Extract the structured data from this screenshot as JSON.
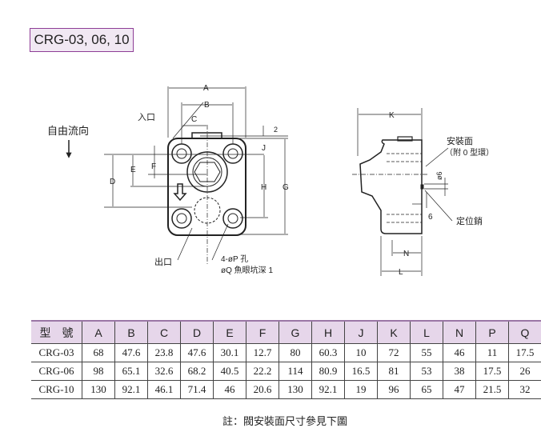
{
  "title": "CRG-03, 06, 10",
  "drawing": {
    "flow_direction": "自由流向",
    "inlet": "入口",
    "outlet": "出口",
    "hole_note_1": "4-øP 孔",
    "hole_note_2": "øQ 魚眼坑深 1",
    "mount_face": "安裝面",
    "oring_note": "（附 0 型環）",
    "pin": "定位銷",
    "dims": {
      "A": "A",
      "B": "B",
      "C": "C",
      "D": "D",
      "E": "E",
      "F": "F",
      "G": "G",
      "H": "H",
      "J": "J",
      "K": "K",
      "L": "L",
      "N": "N",
      "two": "2",
      "six": "6",
      "phi6": "ø6"
    }
  },
  "table": {
    "headers": [
      "型　號",
      "A",
      "B",
      "C",
      "D",
      "E",
      "F",
      "G",
      "H",
      "J",
      "K",
      "L",
      "N",
      "P",
      "Q"
    ],
    "rows": [
      [
        "CRG-03",
        "68",
        "47.6",
        "23.8",
        "47.6",
        "30.1",
        "12.7",
        "80",
        "60.3",
        "10",
        "72",
        "55",
        "46",
        "11",
        "17.5"
      ],
      [
        "CRG-06",
        "98",
        "65.1",
        "32.6",
        "68.2",
        "40.5",
        "22.2",
        "114",
        "80.9",
        "16.5",
        "81",
        "53",
        "38",
        "17.5",
        "26"
      ],
      [
        "CRG-10",
        "130",
        "92.1",
        "46.1",
        "71.4",
        "46",
        "20.6",
        "130",
        "92.1",
        "19",
        "96",
        "65",
        "47",
        "21.5",
        "32"
      ]
    ]
  },
  "note": "註：閥安裝面尺寸參見下圖"
}
